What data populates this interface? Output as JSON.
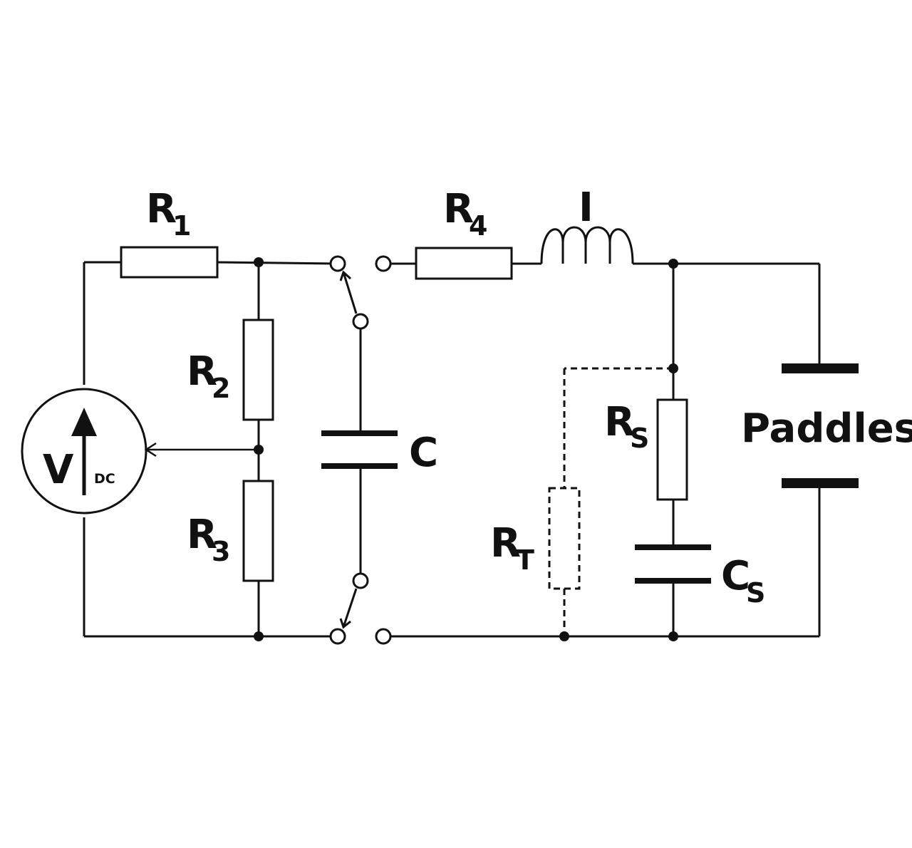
{
  "labels": {
    "r1": {
      "main": "R",
      "sub": "1"
    },
    "r2": {
      "main": "R",
      "sub": "2"
    },
    "r3": {
      "main": "R",
      "sub": "3"
    },
    "r4": {
      "main": "R",
      "sub": "4"
    },
    "inductor": "I",
    "capacitor": "C",
    "rs": {
      "main": "R",
      "sub": "S"
    },
    "cs": {
      "main": "C",
      "sub": "S"
    },
    "rt": {
      "main": "R",
      "sub": "T"
    },
    "paddles": "Paddles",
    "source": {
      "main": "V",
      "sub": "DC"
    }
  }
}
